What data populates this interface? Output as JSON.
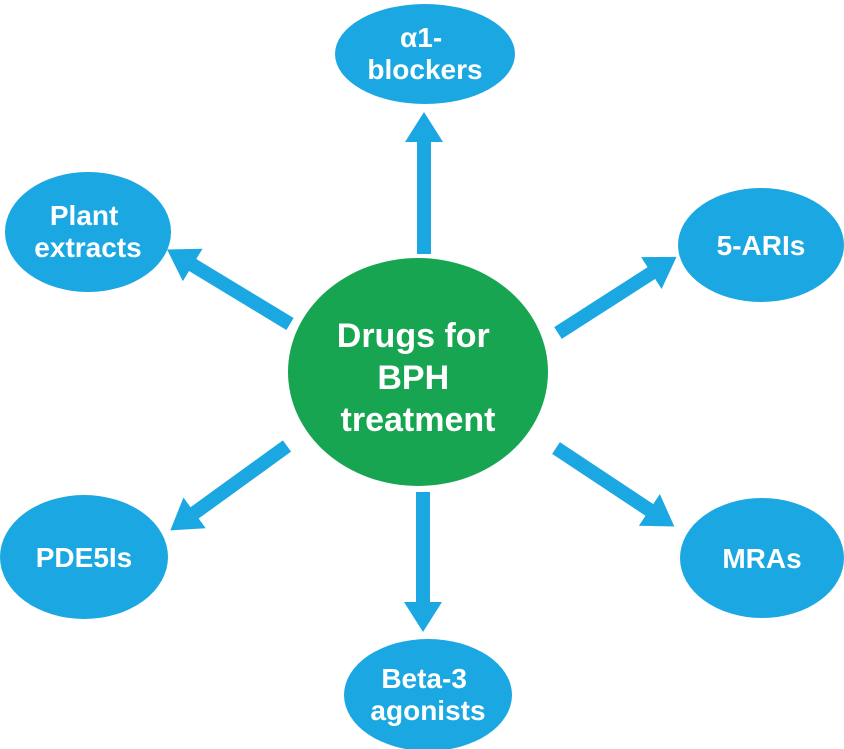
{
  "diagram": {
    "title": "Drugs for BPH treatment diagram",
    "center": {
      "id": "drugs-for-bph-treatment",
      "lines": [
        "Drugs for",
        "BPH",
        "treatment"
      ],
      "color": "#17a552"
    },
    "nodes": [
      {
        "id": "alpha1-blockers",
        "lines": [
          "α1-",
          "blockers"
        ]
      },
      {
        "id": "5-aris",
        "lines": [
          "5-ARIs"
        ]
      },
      {
        "id": "mras",
        "lines": [
          "MRAs"
        ]
      },
      {
        "id": "beta-3-agonists",
        "lines": [
          "Beta-3",
          "agonists"
        ]
      },
      {
        "id": "pde5is",
        "lines": [
          "PDE5Is"
        ]
      },
      {
        "id": "plant-extracts",
        "lines": [
          "Plant",
          "extracts"
        ]
      }
    ],
    "node_color": "#1ba8e2",
    "arrow_color": "#1ba8e2",
    "text_color": "#ffffff",
    "background_color": "#ffffff"
  }
}
